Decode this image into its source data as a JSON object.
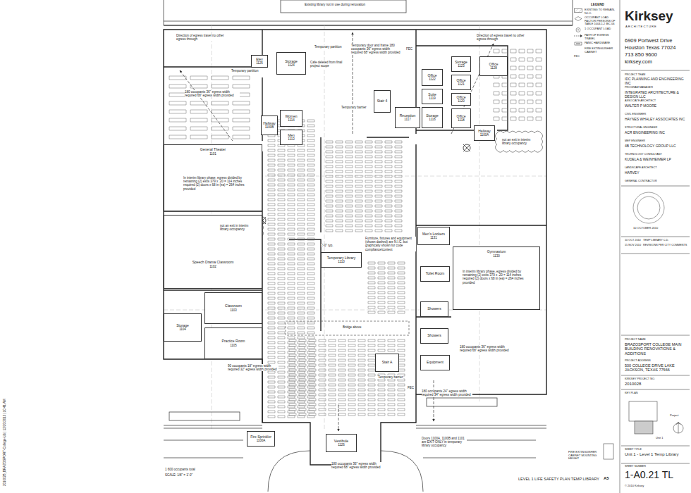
{
  "diagram": {
    "title": "LEVEL 1 LIFE SAFETY PLAN TEMP LIBRARY",
    "nodes": [
      {
        "text": [
          "Elev",
          "1125"
        ]
      },
      {
        "text": [
          "Storage",
          "1124"
        ]
      },
      {
        "text": [
          "Hallway",
          "1100B"
        ]
      },
      {
        "text": [
          "Women",
          "1114"
        ]
      },
      {
        "text": [
          "Men",
          "1113"
        ]
      },
      {
        "text": [
          "Stair 4"
        ]
      },
      {
        "text": [
          "Office",
          "1122"
        ]
      },
      {
        "text": [
          "Storage",
          "1123"
        ]
      },
      {
        "text": [
          "Office",
          "1128"
        ]
      },
      {
        "text": [
          "Office",
          "1121"
        ]
      },
      {
        "text": [
          "Suite",
          "1119"
        ]
      },
      {
        "text": [
          "Office",
          "1120"
        ]
      },
      {
        "text": [
          "Reception",
          "1117"
        ]
      },
      {
        "text": [
          "Storage",
          "1116"
        ]
      },
      {
        "text": [
          "Office",
          "1118"
        ]
      },
      {
        "text": [
          "Hallway",
          "1100A"
        ]
      },
      {
        "text": [
          "General Theater",
          "1101"
        ]
      },
      {
        "text": [
          "Speech Drama Classroom",
          "1102"
        ]
      },
      {
        "text": [
          "Classroom",
          "1103"
        ]
      },
      {
        "text": [
          "Storage",
          "1104"
        ]
      },
      {
        "text": [
          "Practice Room",
          "1105"
        ]
      },
      {
        "text": [
          "Fire Sprinkler",
          "1100A"
        ]
      },
      {
        "text": [
          "Temporary Library",
          "1110"
        ]
      },
      {
        "text": [
          "Men's Lockers",
          "1131"
        ]
      },
      {
        "text": [
          "Gymnasium",
          "1130"
        ]
      },
      {
        "text": [
          "Toilet Room"
        ]
      },
      {
        "text": [
          "Showers"
        ]
      },
      {
        "text": [
          "Showers"
        ]
      },
      {
        "text": [
          "Equipment"
        ]
      },
      {
        "text": [
          "Stair A"
        ]
      },
      {
        "text": [
          "Vestibule",
          "1126"
        ]
      }
    ],
    "labels": [
      "Existing library not in use during renovation",
      "Direction of egress travel no other egress through",
      "Direction of egress travel no other egress through",
      "Temporary partition",
      "Temporary partition",
      "Cafe deleted from final project scope",
      "Temporary door and frame 180 occupants 36\" egress width required 68\" egress width provided",
      "FEC",
      "Temporary barrier",
      "180 occupants 36\" egress width required 68\" egress width provided",
      "In interim library phase, egress divided by remaining (2) exits 379 x .20 = 114 inches required (2) doors x 68 in (ea) = 264 inches provided",
      "not an exit in interim library occupancy",
      "not an exit in interim library occupancy",
      "Furniture, fixtures and equipment (shown dashed) are N.I.C. but graphically shown for code compliance/context",
      "2'-0\" typ.",
      "In interim library phase, egress divided by remaining (2) exits 379 x .20 = 114 inches required (2) doors x 68 in (ea) = 264 inches provided",
      "Bridge above",
      "Temporary barrier",
      "FEC",
      "180 occupants 24\" egress width required 34\" egress width provided",
      "90 occupants 18\" egress width required 32\" egress width provided",
      "180 occupants 36\" egress width required 68\" egress width provided",
      "Doors 1100A, 1100B and 1101 are EXIT-ONLY in temporary library occupancy",
      "180 occupants 36\" egress width required 68\" egress width provided",
      "1 600 occupants total",
      "SCALE: 1/8\" = 1'-0\"",
      "A5",
      "2010028_BRAZOSPORT-College-Lib | 12/20/2010 | 10:41 AM",
      "LEGEND",
      "FEC",
      "Kirksey",
      "ARCHITECTURE",
      "6909 Portwest Drive",
      "Houston Texas 77024",
      "713 850 9600",
      "kirksey.com",
      "PROJECT TEAM",
      "IDC PLANNING AND ENGINEERING INC",
      "PROGRAM MANAGER",
      "INTEGRATED ARCHITECTURE & DESIGN LLC",
      "ASSOCIATE ARCHITECT",
      "WALTER P MOORE",
      "CIVIL ENGINEER",
      "HAYNES WHALEY ASSOCIATES INC",
      "STRUCTURAL ENGINEER",
      "ACR ENGINEERING INC",
      "MEP ENGINEER",
      "4B TECHNOLOGY GROUP LLC",
      "TECHNOLOGY CONSULTANT",
      "KUDELA & WEINHEIMER LP",
      "LANDSCAPE ARCHITECT",
      "HARVEY",
      "GENERAL CONTRACTOR",
      "10 OCTOBER 2010",
      "10 OCT 2010",
      "TEMP LIBRARY C.D.",
      "15 NOV 2010",
      "REVISIONS PER CITY COMMENTS",
      "PROJECT NAME",
      "BRAZOSPORT COLLEGE MAIN BUILDING RENOVATIONS & ADDITIONS",
      "PROJECT ADDRESS",
      "500 COLLEGE DRIVE LAKE JACKSON, TEXAS 77566",
      "KIRKSEY PROJECT NO.",
      "2010028",
      "KEY PLAN",
      "Project",
      "Unit 1",
      "SHEET TITLE",
      "Unit 1 - Level 1 Temp Library",
      "SHEET NUMBER",
      "1-A0.21 TL",
      "© 2010 Kirksey",
      "FIRE EXTINGUISHER CABINET MOUNTING HEIGHT"
    ],
    "legend": [
      {
        "text": "EXISTING TO REMAIN, N.I.C."
      },
      {
        "text": "OCCUPANT LOAD FACTOR PERSONS OF TABLE 1004.1.2 IBC 06"
      },
      {
        "text": "1 OCCUPANT LOAD"
      },
      {
        "text": "PATH OF EGRESS TRAVEL"
      },
      {
        "text": "PANIC HARDWARE"
      },
      {
        "text": "FIRE EXTINGUISHER CABINET"
      }
    ]
  }
}
